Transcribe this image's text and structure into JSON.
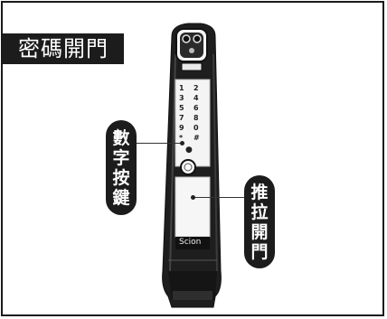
{
  "title": "密碼開門",
  "callouts": {
    "keypad": [
      "數",
      "字",
      "按",
      "鍵"
    ],
    "pull": [
      "推",
      "拉",
      "開",
      "門"
    ]
  },
  "lock": {
    "brand": "Scion",
    "keys": [
      "1",
      "2",
      "3",
      "4",
      "5",
      "6",
      "7",
      "8",
      "9",
      "0",
      "*",
      "#"
    ]
  }
}
